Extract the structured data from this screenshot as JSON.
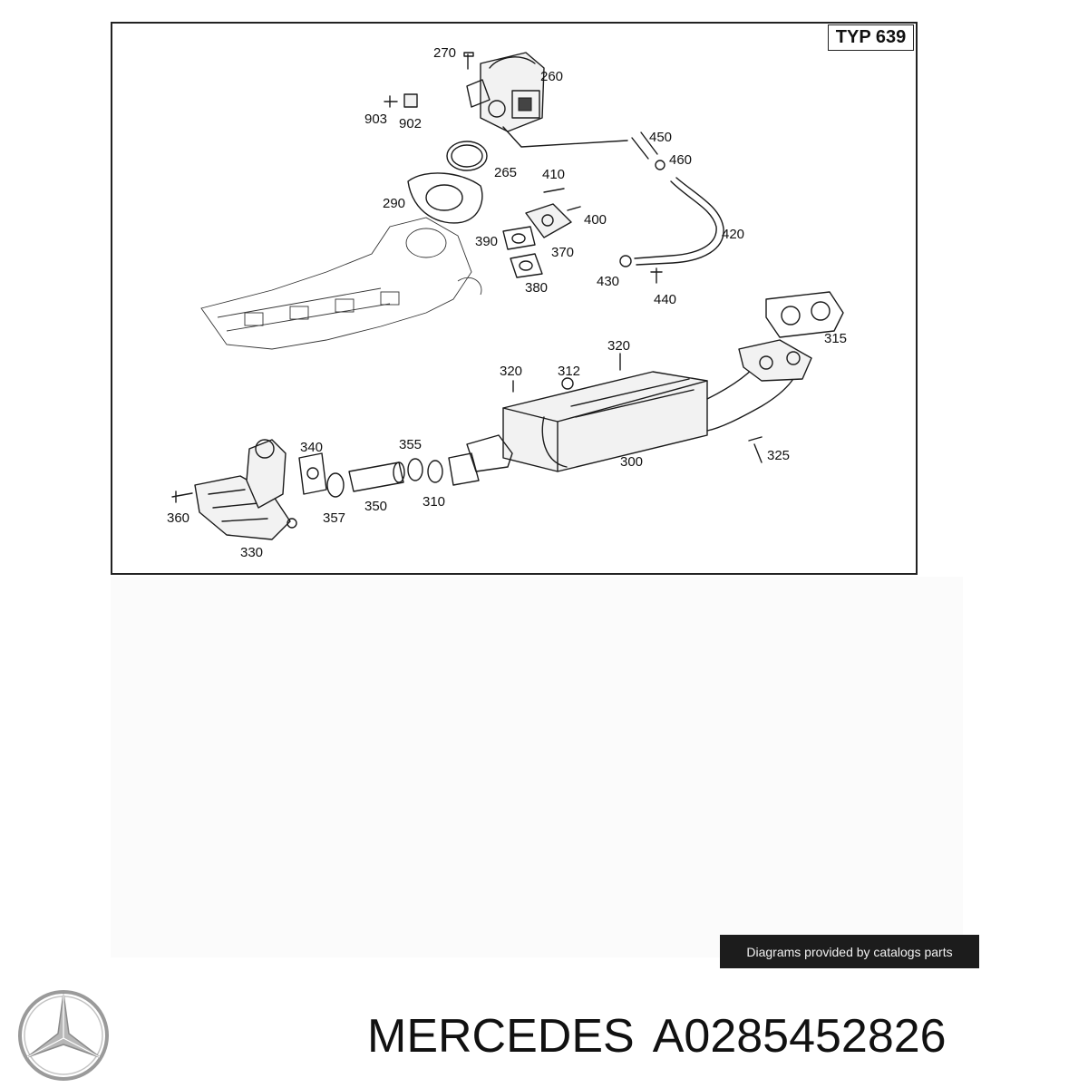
{
  "diagram": {
    "type_label": "TYP 639",
    "callouts": [
      {
        "id": "c270",
        "label": "270"
      },
      {
        "id": "c260",
        "label": "260"
      },
      {
        "id": "c903",
        "label": "903"
      },
      {
        "id": "c902",
        "label": "902"
      },
      {
        "id": "c450",
        "label": "450"
      },
      {
        "id": "c460",
        "label": "460"
      },
      {
        "id": "c265",
        "label": "265"
      },
      {
        "id": "c410",
        "label": "410"
      },
      {
        "id": "c290",
        "label": "290"
      },
      {
        "id": "c400",
        "label": "400"
      },
      {
        "id": "c420",
        "label": "420"
      },
      {
        "id": "c390",
        "label": "390"
      },
      {
        "id": "c370",
        "label": "370"
      },
      {
        "id": "c430",
        "label": "430"
      },
      {
        "id": "c380",
        "label": "380"
      },
      {
        "id": "c440",
        "label": "440"
      },
      {
        "id": "c315",
        "label": "315"
      },
      {
        "id": "c320a",
        "label": "320"
      },
      {
        "id": "c320b",
        "label": "320"
      },
      {
        "id": "c312",
        "label": "312"
      },
      {
        "id": "c340",
        "label": "340"
      },
      {
        "id": "c355",
        "label": "355"
      },
      {
        "id": "c325",
        "label": "325"
      },
      {
        "id": "c300",
        "label": "300"
      },
      {
        "id": "c360",
        "label": "360"
      },
      {
        "id": "c357",
        "label": "357"
      },
      {
        "id": "c350",
        "label": "350"
      },
      {
        "id": "c310",
        "label": "310"
      },
      {
        "id": "c330",
        "label": "330"
      }
    ]
  },
  "credit": "Diagrams provided by catalogs parts",
  "brand": {
    "name": "MERCEDES",
    "part_number": "A0285452826",
    "logo_icon": "mercedes-star-icon"
  }
}
